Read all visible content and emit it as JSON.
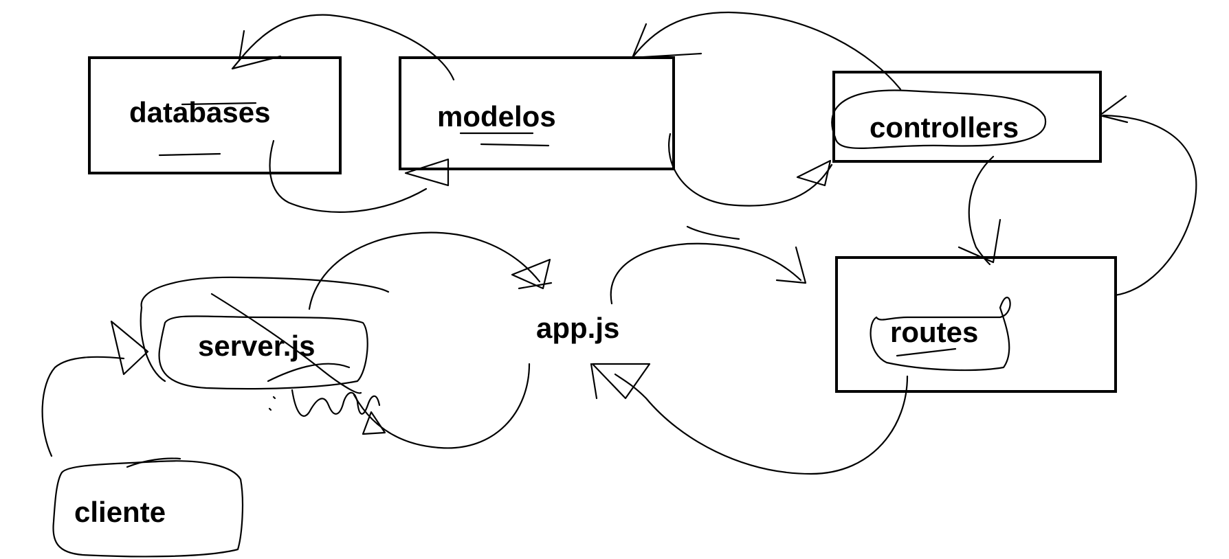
{
  "diagram": {
    "nodes": {
      "databases": "databases",
      "modelos": "modelos",
      "controllers": "controllers",
      "routes": "routes",
      "app": "app.js",
      "server": "server.js",
      "cliente": "cliente"
    }
  },
  "colors": {
    "stroke": "#000000",
    "background": "#ffffff"
  }
}
